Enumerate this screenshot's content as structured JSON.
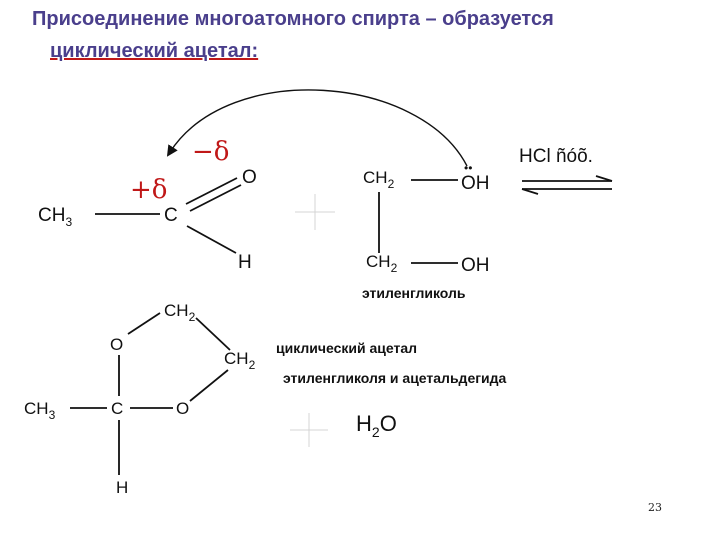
{
  "slide": {
    "title": "Присоединение многоатомного спирта – образуется",
    "subtitle": "циклический ацетал:",
    "page_number": "23"
  },
  "reactant_aldehyde": {
    "ch3": "CH",
    "ch3_sub": "3",
    "carbon": "C",
    "oxygen": "O",
    "hydrogen": "H",
    "partial_positive": "+δ",
    "partial_negative": "−δ"
  },
  "reactant_glycol": {
    "ch2_top": "CH",
    "ch2_top_sub": "2",
    "oh_top": "OH",
    "oh_top_lone_pair": "••",
    "ch2_bottom": "CH",
    "ch2_bottom_sub": "2",
    "oh_bottom": "OH",
    "name": "этиленгликоль"
  },
  "conditions": {
    "catalyst": "HCl ñóõ."
  },
  "product_acetal": {
    "ch2_top": "CH",
    "ch2_top_sub": "2",
    "ch2_right": "CH",
    "ch2_right_sub": "2",
    "o_top": "O",
    "o_right": "O",
    "carbon": "C",
    "ch3": "CH",
    "ch3_sub": "3",
    "hydrogen": "H",
    "name_line1": "циклический ацетал",
    "name_line2": "этиленгликоля и ацетальдегида"
  },
  "byproduct": {
    "water": "H",
    "water_sub": "2",
    "water_o": "O"
  },
  "colors": {
    "title": "#4a3f8c",
    "partial_charge": "#c01818",
    "underline": "#c01818",
    "text": "#111111"
  }
}
